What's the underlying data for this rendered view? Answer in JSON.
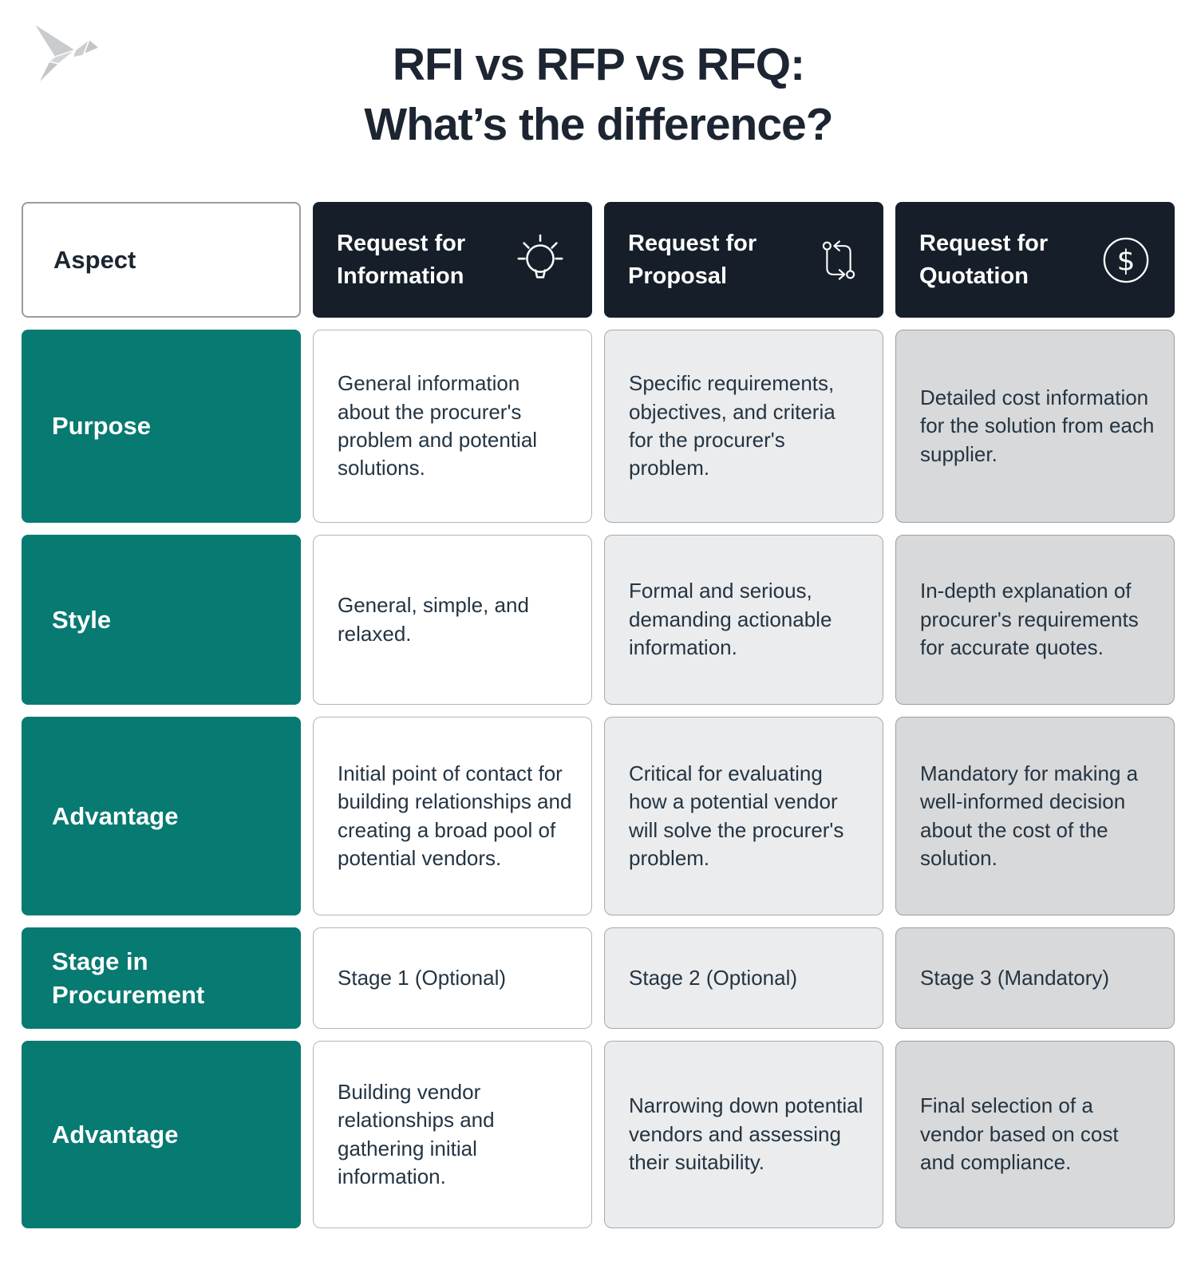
{
  "title": {
    "line1": "RFI vs RFP vs RFQ:",
    "line2": "What’s the difference?"
  },
  "logo": {
    "name": "origami-bird"
  },
  "table": {
    "corner": "Aspect",
    "columns": [
      {
        "label": "Request for Information",
        "icon": "lightbulb-icon"
      },
      {
        "label": "Request for Proposal",
        "icon": "workflow-arrows-icon"
      },
      {
        "label": "Request for Quotation",
        "icon": "dollar-circle-icon"
      }
    ],
    "rows": [
      {
        "aspect": "Purpose",
        "cells": [
          "General information about the procurer's problem and potential solutions.",
          "Specific requirements, objectives, and criteria for the procurer's problem.",
          "Detailed cost information for the solution from each supplier."
        ]
      },
      {
        "aspect": "Style",
        "cells": [
          "General, simple, and relaxed.",
          "Formal and serious, demanding actionable information.",
          "In-depth explanation of procurer's requirements for accurate quotes."
        ]
      },
      {
        "aspect": "Advantage",
        "cells": [
          "Initial point of contact for building relationships and creating a broad pool of potential vendors.",
          "Critical for evaluating how a potential vendor will solve the procurer's problem.",
          "Mandatory for making a well-informed decision about the cost of the solution."
        ]
      },
      {
        "aspect": "Stage in Procurement",
        "cells": [
          "Stage 1 (Optional)",
          "Stage 2 (Optional)",
          "Stage 3 (Mandatory)"
        ]
      },
      {
        "aspect": "Advantage",
        "cells": [
          "Building vendor relationships and gathering initial information.",
          "Narrowing down potential vendors and assessing their suitability.",
          "Final selection of a vendor based on cost and compliance."
        ]
      }
    ]
  },
  "colors": {
    "teal": "#077a72",
    "header_dark": "#161f29",
    "title_text": "#1c2531",
    "body_text": "#243442",
    "rfi_bg": "#ffffff",
    "rfp_bg": "#ebeced",
    "rfq_bg": "#d8d9da",
    "logo_gray": "#c7cacc"
  }
}
